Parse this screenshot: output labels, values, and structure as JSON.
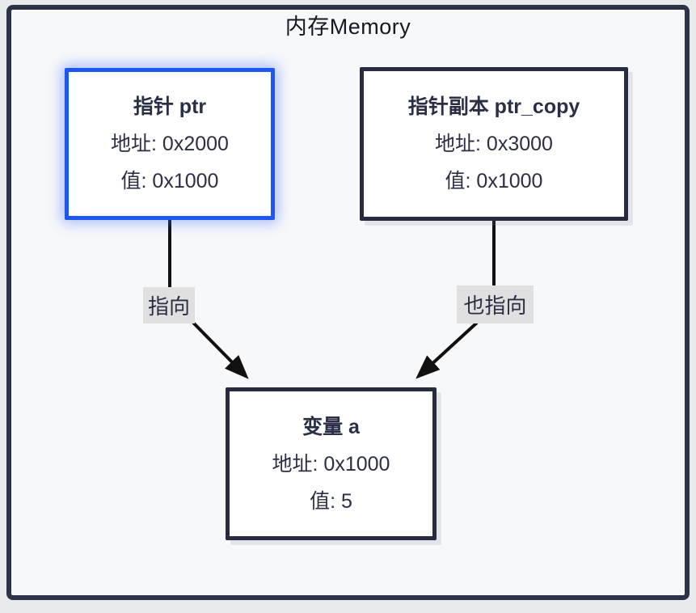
{
  "frame": {
    "title": "内存Memory",
    "border_color": "#2f3349",
    "background": "#f7f8fa"
  },
  "nodes": [
    {
      "id": "ptr",
      "title": "指针 ptr",
      "address": "地址: 0x2000",
      "value": "值: 0x1000",
      "highlighted": true,
      "border_color": "#1d56f0"
    },
    {
      "id": "ptr_copy",
      "title": "指针副本 ptr_copy",
      "address": "地址: 0x3000",
      "value": "值: 0x1000",
      "highlighted": false,
      "border_color": "#262b40"
    },
    {
      "id": "var_a",
      "title": "变量 a",
      "address": "地址: 0x1000",
      "value": "值: 5",
      "highlighted": false,
      "border_color": "#262b40"
    }
  ],
  "edges": [
    {
      "from": "ptr",
      "to": "var_a",
      "label": "指向"
    },
    {
      "from": "ptr_copy",
      "to": "var_a",
      "label": "也指向"
    }
  ],
  "colors": {
    "arrow": "#111111",
    "edge_label_background": "#e0e0e0",
    "text": "#2a2f45",
    "accent_blue": "#1d56f0"
  }
}
